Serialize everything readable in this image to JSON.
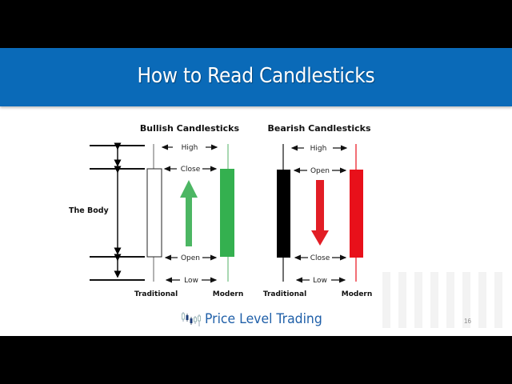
{
  "slide": {
    "title": "How to Read Candlesticks",
    "page_number": "16",
    "footer_brand": "Price Level Trading",
    "colors": {
      "banner": "#0a6ab8",
      "bullish": "#34b04f",
      "bullish_wick": "#9fd4a9",
      "bearish": "#e8101a",
      "traditional_bearish": "#000000",
      "brand_text": "#1f5fa8"
    }
  },
  "diagram": {
    "body_label": "The Body",
    "bullish": {
      "heading": "Bullish Candlesticks",
      "labels": {
        "high": "High",
        "close": "Close",
        "open": "Open",
        "low": "Low"
      },
      "traditional_label": "Traditional",
      "modern_label": "Modern",
      "arrow_direction": "up"
    },
    "bearish": {
      "heading": "Bearish Candlesticks",
      "labels": {
        "high": "High",
        "open": "Open",
        "close": "Close",
        "low": "Low"
      },
      "traditional_label": "Traditional",
      "modern_label": "Modern",
      "arrow_direction": "down"
    }
  }
}
